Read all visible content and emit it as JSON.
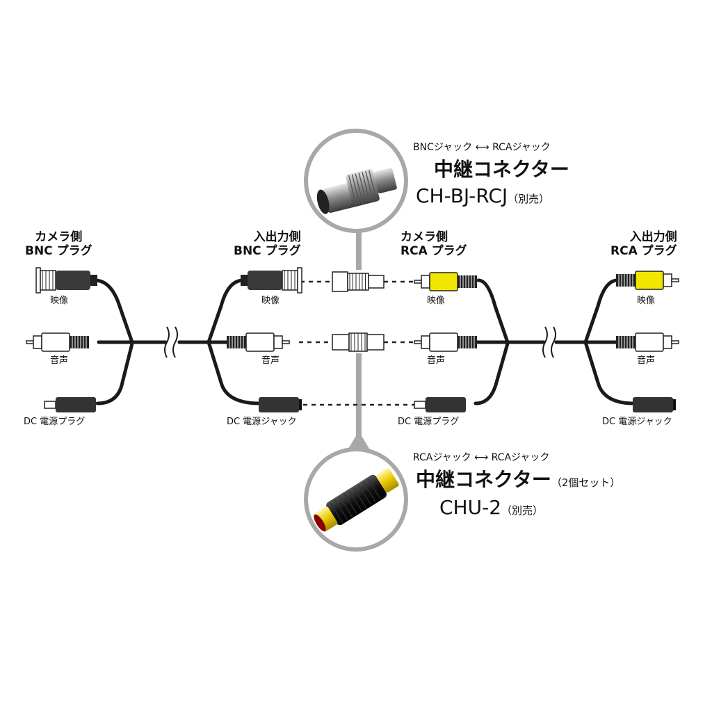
{
  "connector_top": {
    "conversion": "BNCジャック ⟷ RCAジャック",
    "title": "中継コネクター",
    "model": "CH-BJ-RCJ",
    "note": "（別売）",
    "image": "bnc-to-rca-adapter-photo"
  },
  "connector_bottom": {
    "conversion": "RCAジャック ⟷ RCAジャック",
    "title": "中継コネクター",
    "note_qty": "（2個セット）",
    "model": "CHU-2",
    "note": "（別売）",
    "image": "rca-coupler-photo"
  },
  "left_cable": {
    "camera_side": {
      "title": "カメラ側",
      "plug": "BNC プラグ"
    },
    "io_side": {
      "title": "入出力側",
      "plug": "BNC プラグ"
    },
    "video": "映像",
    "audio": "音声",
    "dc_plug": "DC 電源プラグ",
    "dc_jack": "DC 電源ジャック"
  },
  "right_cable": {
    "camera_side": {
      "title": "カメラ側",
      "plug": "RCA プラグ"
    },
    "io_side": {
      "title": "入出力側",
      "plug": "RCA プラグ"
    },
    "video": "映像",
    "audio": "音声",
    "dc_plug": "DC 電源プラグ",
    "dc_jack": "DC 電源ジャック"
  },
  "colors": {
    "cable": "#1a1a1a",
    "video_rca": "#f2e600",
    "audio_rca": "#ffffff",
    "dc_body": "#333333",
    "bnc_body": "#3a3a3a",
    "callout_ring": "#a8a8a8"
  }
}
